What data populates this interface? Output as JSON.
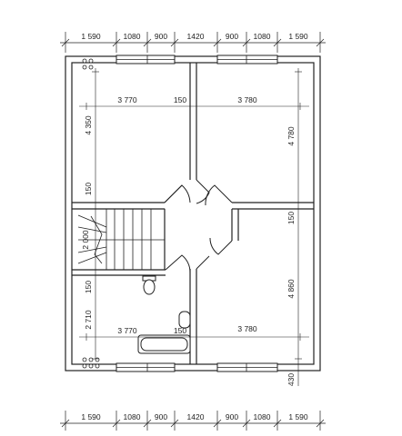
{
  "top_dimensions": [
    "1 590",
    "1080",
    "900",
    "1420",
    "900",
    "1080",
    "1 590"
  ],
  "bottom_dimensions": [
    "1 590",
    "1080",
    "900",
    "1420",
    "900",
    "1080",
    "1 590"
  ],
  "room_dimensions": {
    "top_left_width": "3 770",
    "top_left_wall": "150",
    "top_right_width": "3 780",
    "bottom_left_width": "3 770",
    "bottom_left_wall": "150",
    "bottom_right_width": "3 780"
  },
  "vertical_dimensions": {
    "left_upper_height": "4 350",
    "left_wall_upper": "150",
    "stair_length": "2 000",
    "left_wall_lower": "150",
    "left_lower_height": "2 710",
    "right_upper_height": "4 780",
    "right_wall": "150",
    "right_lower_height": "4 860",
    "right_bottom": "430"
  },
  "colors": {
    "line": "#222222",
    "background": "#ffffff"
  }
}
